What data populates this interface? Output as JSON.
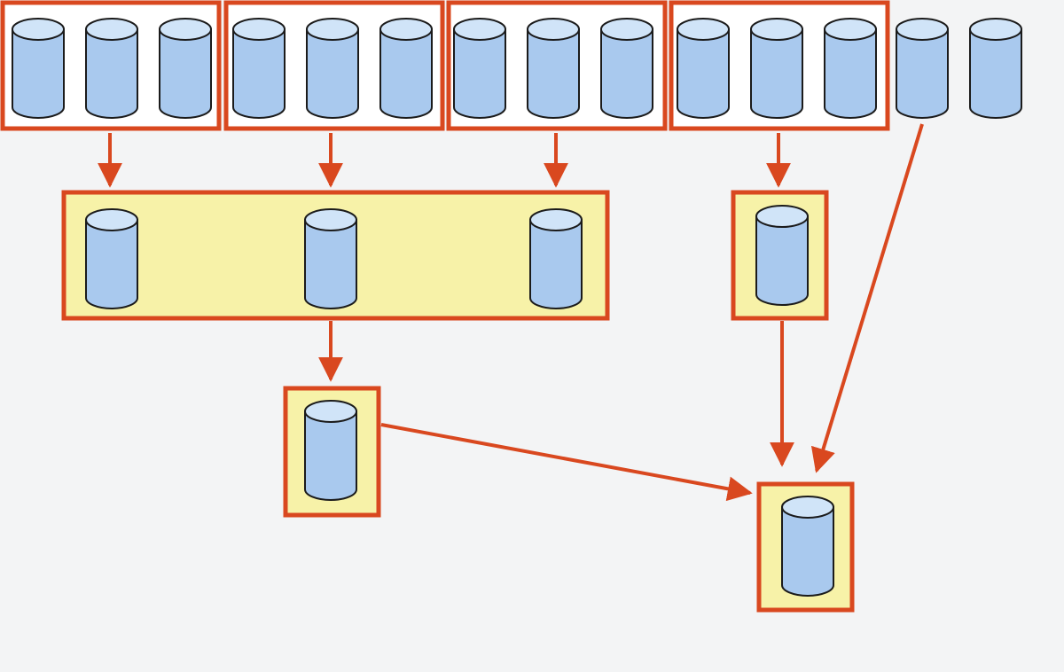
{
  "colors": {
    "background": "#f3f4f5",
    "frame": "#d9481f",
    "arrow": "#d9481f",
    "group_fill": "#ffffff",
    "merged_fill": "#f7f2a8",
    "cylinder_body": "#a9c9ee",
    "cylinder_top": "#d0e4f8",
    "cylinder_stroke": "#1b1b1b"
  },
  "diagram": {
    "source_disks": 14,
    "source_groups": [
      {
        "disks": 3
      },
      {
        "disks": 3
      },
      {
        "disks": 3
      },
      {
        "disks": 3
      }
    ],
    "ungrouped_disks": 2,
    "level_1": [
      {
        "disks": 3,
        "inputs": [
          "group-1",
          "group-2",
          "group-3"
        ]
      },
      {
        "disks": 1,
        "inputs": [
          "group-4"
        ]
      }
    ],
    "level_2": [
      {
        "disks": 1,
        "inputs": [
          "merge-a"
        ]
      }
    ],
    "final": {
      "disks": 1,
      "inputs": [
        "merge-c",
        "merge-b",
        "disk-13"
      ]
    }
  }
}
